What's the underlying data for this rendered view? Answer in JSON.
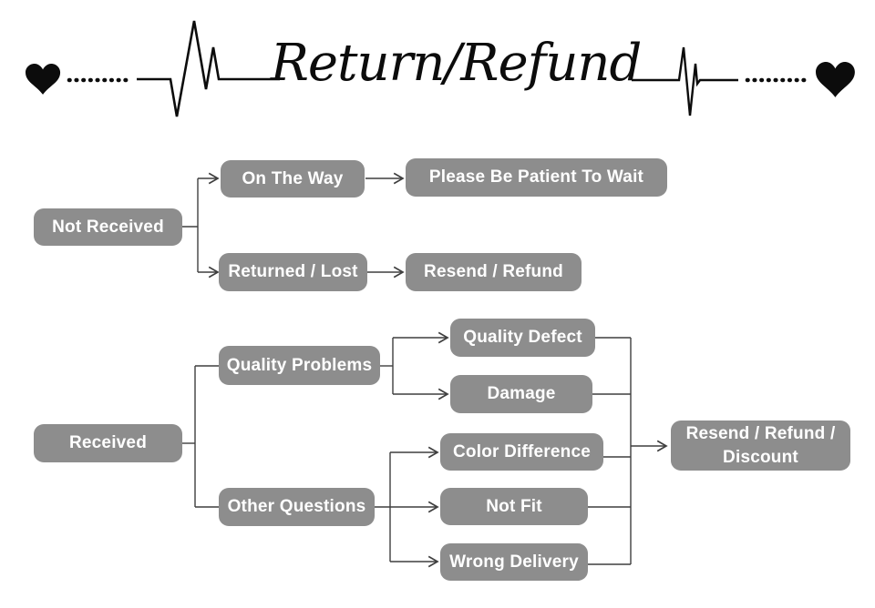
{
  "header": {
    "title": "Return/Refund"
  },
  "flowchart": {
    "nodes": {
      "not_received": {
        "label": "Not Received"
      },
      "on_the_way": {
        "label": "On The Way"
      },
      "please_be_patient": {
        "label": "Please Be Patient To Wait"
      },
      "returned_lost": {
        "label": "Returned / Lost"
      },
      "resend_refund": {
        "label": "Resend / Refund"
      },
      "received": {
        "label": "Received"
      },
      "quality_problems": {
        "label": "Quality Problems"
      },
      "quality_defect": {
        "label": "Quality Defect"
      },
      "damage": {
        "label": "Damage"
      },
      "other_questions": {
        "label": "Other Questions"
      },
      "color_difference": {
        "label": "Color Difference"
      },
      "not_fit": {
        "label": "Not Fit"
      },
      "wrong_delivery": {
        "label": "Wrong Delivery"
      },
      "resend_refund_discount": {
        "label": "Resend / Refund / Discount"
      }
    },
    "edges": [
      {
        "from": "not_received",
        "to": "on_the_way"
      },
      {
        "from": "not_received",
        "to": "returned_lost"
      },
      {
        "from": "on_the_way",
        "to": "please_be_patient"
      },
      {
        "from": "returned_lost",
        "to": "resend_refund"
      },
      {
        "from": "received",
        "to": "quality_problems"
      },
      {
        "from": "received",
        "to": "other_questions"
      },
      {
        "from": "quality_problems",
        "to": "quality_defect"
      },
      {
        "from": "quality_problems",
        "to": "damage"
      },
      {
        "from": "other_questions",
        "to": "color_difference"
      },
      {
        "from": "other_questions",
        "to": "not_fit"
      },
      {
        "from": "other_questions",
        "to": "wrong_delivery"
      },
      {
        "from": "quality_defect",
        "to": "resend_refund_discount"
      },
      {
        "from": "damage",
        "to": "resend_refund_discount"
      },
      {
        "from": "color_difference",
        "to": "resend_refund_discount"
      },
      {
        "from": "not_fit",
        "to": "resend_refund_discount"
      },
      {
        "from": "wrong_delivery",
        "to": "resend_refund_discount"
      }
    ],
    "colors": {
      "node_fill": "#8d8d8d",
      "node_text": "#ffffff",
      "connector": "#3f3f3f",
      "header_ink": "#0c0c0c"
    }
  }
}
